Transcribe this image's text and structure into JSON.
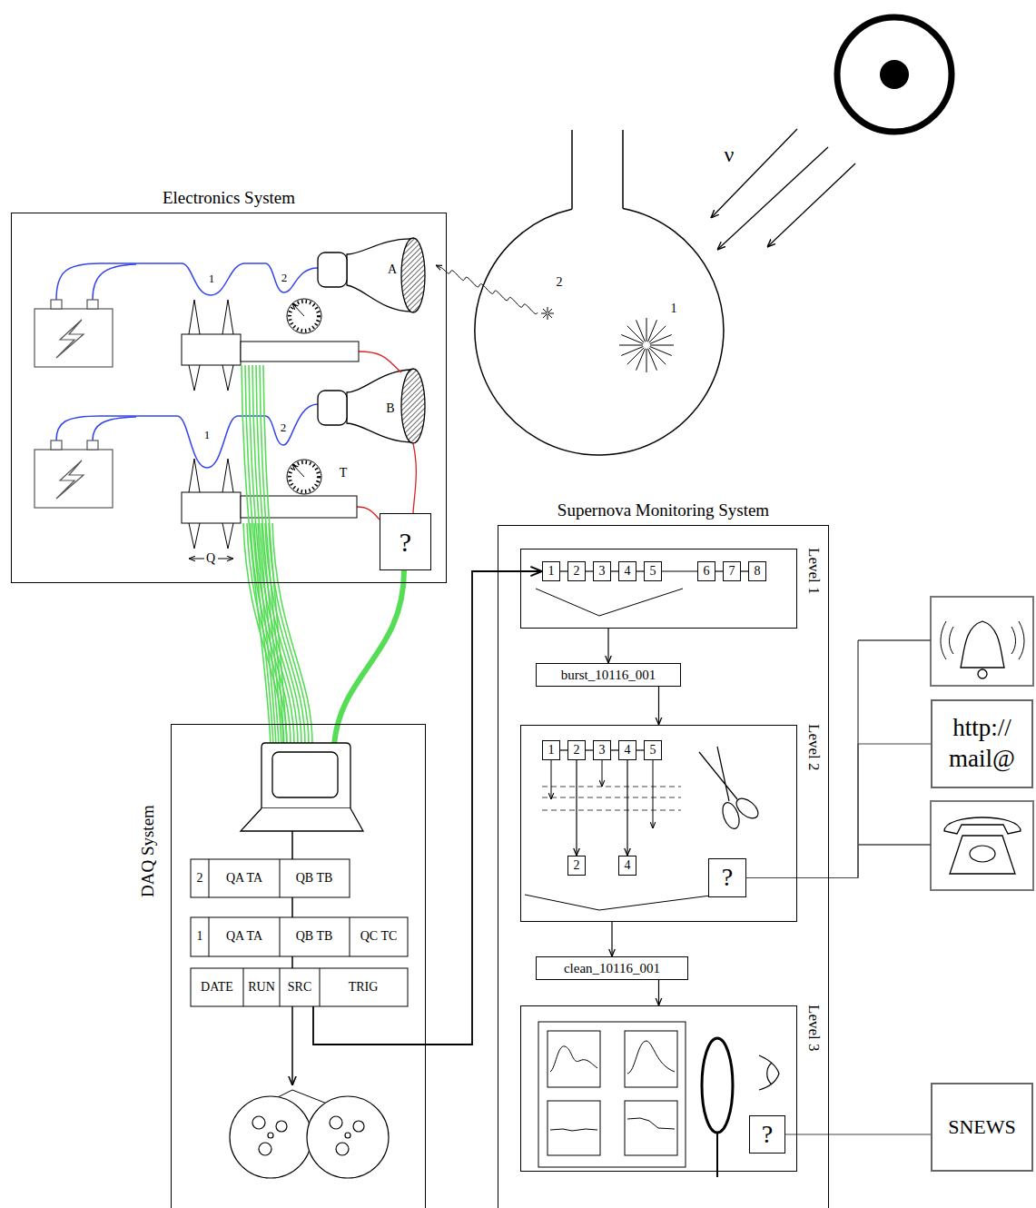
{
  "diagram": {
    "nodes": [
      {
        "text": [
          "Electronics System"
        ]
      },
      {
        "text": [
          "?"
        ],
        "in": 0
      },
      {
        "text": [
          "DAQ System"
        ]
      },
      {
        "text": [
          "Supernova Monitoring System"
        ]
      },
      {
        "text": [
          "Level 1"
        ],
        "in": 3
      },
      {
        "text": [
          "1"
        ],
        "in": 4
      },
      {
        "text": [
          "2"
        ],
        "in": 4
      },
      {
        "text": [
          "3"
        ],
        "in": 4
      },
      {
        "text": [
          "4"
        ],
        "in": 4
      },
      {
        "text": [
          "5"
        ],
        "in": 4
      },
      {
        "text": [
          "6"
        ],
        "in": 4
      },
      {
        "text": [
          "7"
        ],
        "in": 4
      },
      {
        "text": [
          "8"
        ],
        "in": 4
      },
      {
        "text": [
          "burst_10116_001"
        ],
        "in": 3
      },
      {
        "text": [
          "Level 2"
        ],
        "in": 3
      },
      {
        "text": [
          "1"
        ],
        "in": 14
      },
      {
        "text": [
          "2"
        ],
        "in": 14
      },
      {
        "text": [
          "3"
        ],
        "in": 14
      },
      {
        "text": [
          "4"
        ],
        "in": 14
      },
      {
        "text": [
          "5"
        ],
        "in": 14
      },
      {
        "text": [
          "2"
        ],
        "in": 14
      },
      {
        "text": [
          "4"
        ],
        "in": 14
      },
      {
        "text": [
          "?"
        ],
        "in": 14
      },
      {
        "text": [
          "clean_10116_001"
        ],
        "in": 3
      },
      {
        "text": [
          "Level 3"
        ],
        "in": 3
      },
      {
        "text": [
          "?"
        ],
        "in": 24
      },
      {
        "text": [
          "http:// mail@"
        ]
      },
      {
        "text": [
          "SNEWS"
        ]
      }
    ],
    "edges": [
      {
        "from": 2,
        "to": 5,
        "arrow": "to"
      },
      {
        "from": 5,
        "to": 6,
        "arrow": "none"
      },
      {
        "from": 6,
        "to": 7,
        "arrow": "none"
      },
      {
        "from": 7,
        "to": 8,
        "arrow": "none"
      },
      {
        "from": 8,
        "to": 9,
        "arrow": "none"
      },
      {
        "from": 9,
        "to": 10,
        "arrow": "none"
      },
      {
        "from": 10,
        "to": 11,
        "arrow": "none"
      },
      {
        "from": 11,
        "to": 12,
        "arrow": "none"
      },
      {
        "from": 4,
        "to": 13,
        "arrow": "to"
      },
      {
        "from": 13,
        "to": 14,
        "arrow": "to"
      },
      {
        "from": 14,
        "to": 23,
        "arrow": "to"
      },
      {
        "from": 23,
        "to": 24,
        "arrow": "to"
      },
      {
        "from": 15,
        "to": 16,
        "arrow": "none"
      },
      {
        "from": 16,
        "to": 17,
        "arrow": "none"
      },
      {
        "from": 17,
        "to": 18,
        "arrow": "none"
      },
      {
        "from": 18,
        "to": 19,
        "arrow": "none"
      },
      {
        "from": 16,
        "to": 20,
        "arrow": "to"
      },
      {
        "from": 18,
        "to": 21,
        "arrow": "to"
      },
      {
        "from": 22,
        "to": 26,
        "arrow": "none"
      },
      {
        "from": 25,
        "to": 27,
        "arrow": "none"
      }
    ],
    "labels": [
      "ν",
      "2",
      "1",
      "A",
      "1",
      "2",
      "B",
      "1",
      "2",
      "T",
      "Q",
      "2",
      "QA TA",
      "QB TB",
      "1",
      "QA TA",
      "QB TB",
      "QC TC",
      "DATE",
      "RUN",
      "SRC",
      "TRIG"
    ]
  }
}
